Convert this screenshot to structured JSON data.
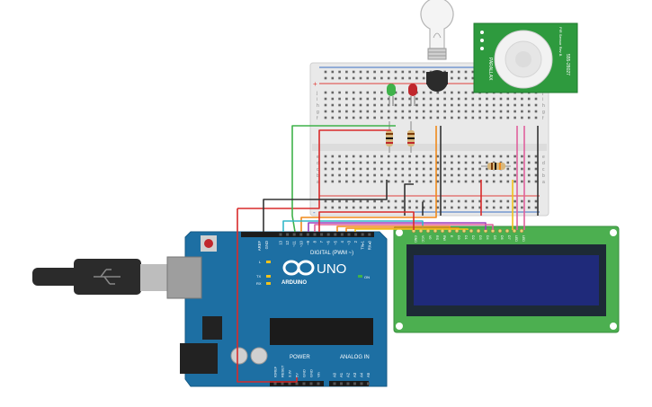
{
  "colors": {
    "background": "#ffffff",
    "arduino_board": "#1d6fa3",
    "arduino_edge": "#155a86",
    "breadboard": "#eeeeee",
    "rail_red": "#e0403a",
    "rail_blue": "#3a6fc4",
    "lcd_board": "#4caf50",
    "lcd_screen": "#1f2a7a",
    "pir_board": "#2e9a3e",
    "wire_red": "#d92b2b",
    "wire_black": "#333333",
    "wire_green": "#3fb24a",
    "wire_orange": "#f08a1c",
    "wire_yellow": "#f2c21b",
    "wire_purple": "#9b3fbd",
    "wire_pink": "#e0609d",
    "wire_cyan": "#33b8c9"
  },
  "arduino": {
    "logo_text": "UNO",
    "brand_text": "ARDUINO",
    "digital_label": "DIGITAL (PWM ~)",
    "power_label": "POWER",
    "analog_label": "ANALOG IN",
    "on_label": "ON",
    "l_label": "L",
    "tx_label": "TX",
    "rx_label": "RX",
    "aref_label": "AREF",
    "gnd_label": "GND",
    "digital_pins": [
      "13",
      "12",
      "~11",
      "~10",
      "~9",
      "8",
      "7",
      "~6",
      "~5",
      "4",
      "~3",
      "2",
      "TX▸1",
      "RX◂0"
    ],
    "power_pins": [
      "IOREF",
      "RESET",
      "3.3V",
      "5V",
      "GND",
      "GND",
      "Vin"
    ],
    "analog_pins": [
      "A0",
      "A1",
      "A2",
      "A3",
      "A4",
      "A5"
    ]
  },
  "breadboard": {
    "row_letters_top": [
      "j",
      "i",
      "h",
      "g",
      "f"
    ],
    "row_letters_bottom": [
      "e",
      "d",
      "c",
      "b",
      "a"
    ],
    "rail_plus": "+",
    "rail_minus": "-"
  },
  "pir": {
    "side_text_left": "PARALLAX",
    "side_text_right": "555-28027",
    "top_text": "PIR Sensor Rev B"
  },
  "lcd": {
    "pin_labels": [
      "GND",
      "VCC",
      "V0",
      "RS",
      "RW",
      "E",
      "D0",
      "D1",
      "D2",
      "D3",
      "D4",
      "D5",
      "D6",
      "D7",
      "LED",
      "LED"
    ]
  }
}
